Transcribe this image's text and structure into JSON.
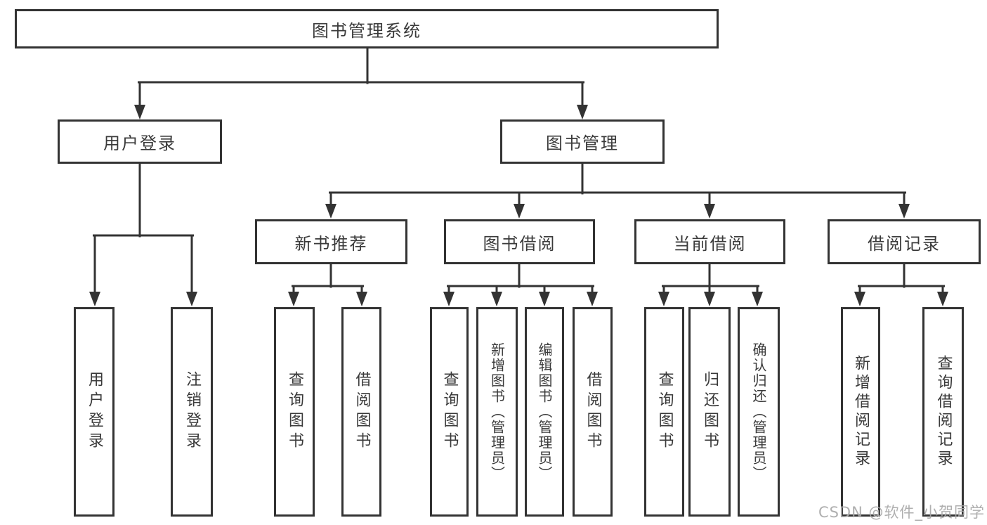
{
  "colors": {
    "line": "#333333",
    "box_border": "#333333",
    "box_fill": "#ffffff",
    "text": "#3a3a3a",
    "watermark": "#a8a8a8",
    "background": "#ffffff"
  },
  "diagram": {
    "root": {
      "label": "图书管理系统"
    },
    "branches": [
      {
        "label": "用户登录",
        "children": [
          {
            "label": "用户登录"
          },
          {
            "label": "注销登录"
          }
        ]
      },
      {
        "label": "图书管理",
        "children": [
          {
            "label": "新书推荐",
            "children": [
              {
                "label": "查询图书"
              },
              {
                "label": "借阅图书"
              }
            ]
          },
          {
            "label": "图书借阅",
            "children": [
              {
                "label": "查询图书"
              },
              {
                "label": "新增图书（管理员）"
              },
              {
                "label": "编辑图书（管理员）"
              },
              {
                "label": "借阅图书"
              }
            ]
          },
          {
            "label": "当前借阅",
            "children": [
              {
                "label": "查询图书"
              },
              {
                "label": "归还图书"
              },
              {
                "label": "确认归还（管理员）"
              }
            ]
          },
          {
            "label": "借阅记录",
            "children": [
              {
                "label": "新增借阅记录"
              },
              {
                "label": "查询借阅记录"
              }
            ]
          }
        ]
      }
    ]
  },
  "watermark": {
    "text": "CSDN @软件_小贺同学"
  }
}
